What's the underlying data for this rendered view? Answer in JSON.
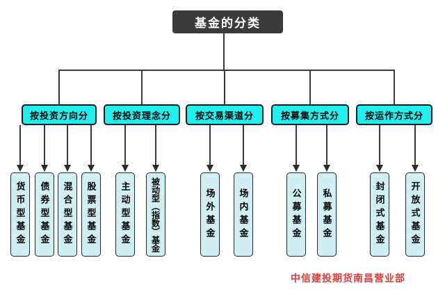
{
  "title": "基金的分类",
  "footer": {
    "text": "中信建投期货南昌营业部"
  },
  "colors": {
    "root_bg": "#3b3b3b",
    "root_text": "#ffffff",
    "category_bg": "#1ef0f0",
    "leaf_bg": "#cfeff3",
    "line": "#3a3a3a",
    "footer_text": "#e03c3c"
  },
  "categories": [
    {
      "label": "按投资方向分",
      "children": [
        "货币型基金",
        "债券型基金",
        "混合型基金",
        "股票型基金"
      ]
    },
    {
      "label": "按投资理念分",
      "children": [
        "主动型基金",
        "被动型（指数）基金"
      ]
    },
    {
      "label": "按交易渠道分",
      "children": [
        "场外基金",
        "场内基金"
      ]
    },
    {
      "label": "按募集方式分",
      "children": [
        "公募基金",
        "私募基金"
      ]
    },
    {
      "label": "按运作方式分",
      "children": [
        "封闭式基金",
        "开放式基金"
      ]
    }
  ]
}
